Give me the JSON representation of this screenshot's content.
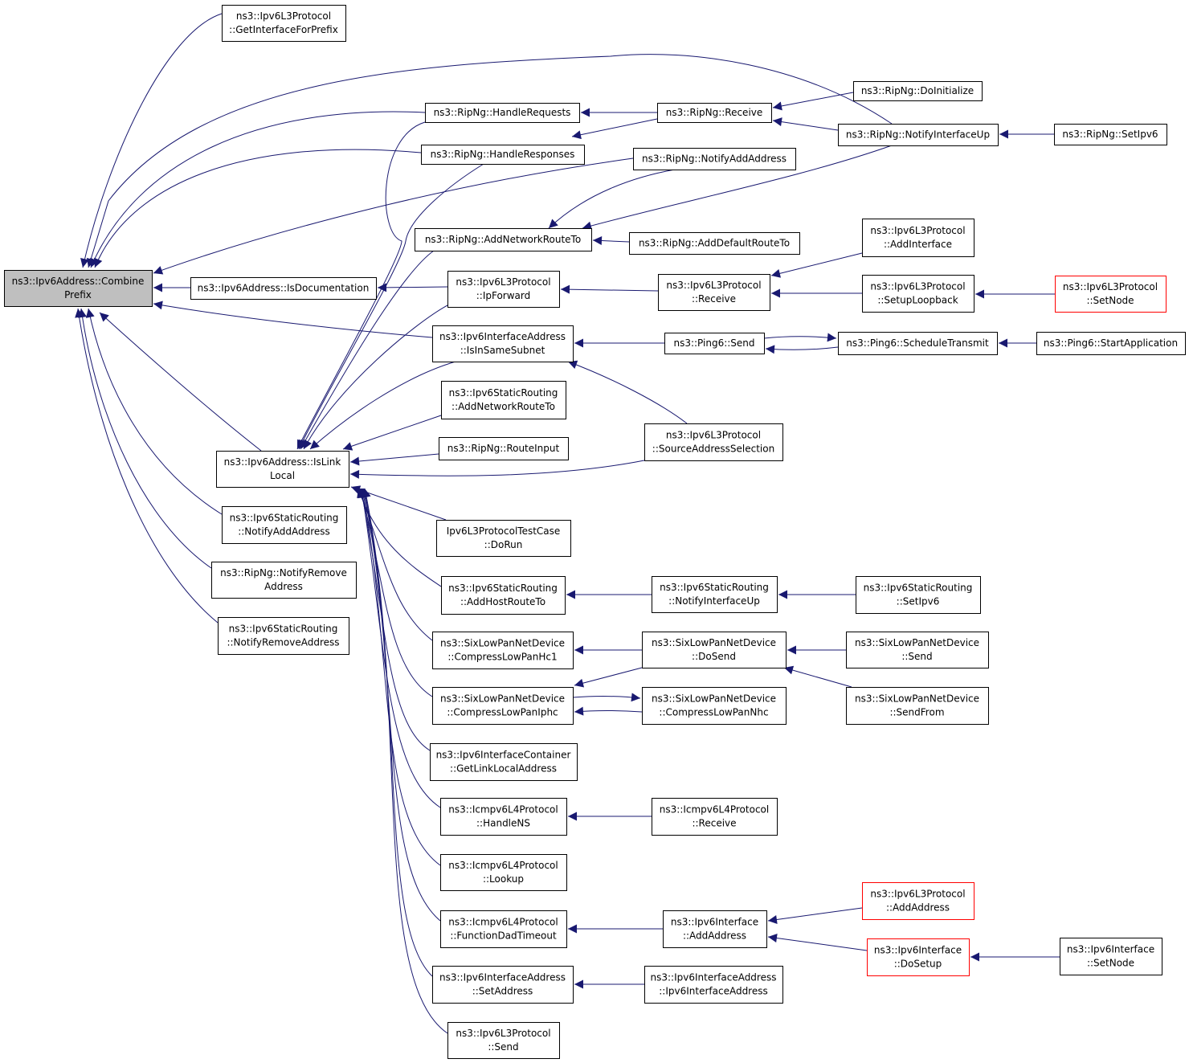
{
  "colors": {
    "edge": "#191970",
    "node_border": "#000000",
    "node_border_truncated": "#ff0000",
    "node_fill": "#ffffff",
    "focus_fill": "#bfbfbf"
  },
  "nodes": {
    "combine_prefix": {
      "lines": [
        "ns3::Ipv6Address::Combine",
        "Prefix"
      ],
      "focus": true
    },
    "get_interface_for_prefix": {
      "lines": [
        "ns3::Ipv6L3Protocol",
        "::GetInterfaceForPrefix"
      ]
    },
    "handle_requests": {
      "lines": [
        "ns3::RipNg::HandleRequests"
      ]
    },
    "handle_responses": {
      "lines": [
        "ns3::RipNg::HandleResponses"
      ]
    },
    "ripng_receive": {
      "lines": [
        "ns3::RipNg::Receive"
      ]
    },
    "ripng_doinitialize": {
      "lines": [
        "ns3::RipNg::DoInitialize"
      ]
    },
    "ripng_notify_interface_up": {
      "lines": [
        "ns3::RipNg::NotifyInterfaceUp"
      ]
    },
    "ripng_setipv6": {
      "lines": [
        "ns3::RipNg::SetIpv6"
      ]
    },
    "ripng_notify_add_address": {
      "lines": [
        "ns3::RipNg::NotifyAddAddress"
      ]
    },
    "ripng_add_network_route_to": {
      "lines": [
        "ns3::RipNg::AddNetworkRouteTo"
      ]
    },
    "ripng_add_default_route_to": {
      "lines": [
        "ns3::RipNg::AddDefaultRouteTo"
      ]
    },
    "is_documentation": {
      "lines": [
        "ns3::Ipv6Address::IsDocumentation"
      ]
    },
    "ip_forward": {
      "lines": [
        "ns3::Ipv6L3Protocol",
        "::IpForward"
      ]
    },
    "l3_receive": {
      "lines": [
        "ns3::Ipv6L3Protocol",
        "::Receive"
      ]
    },
    "l3_add_interface": {
      "lines": [
        "ns3::Ipv6L3Protocol",
        "::AddInterface"
      ]
    },
    "l3_setup_loopback": {
      "lines": [
        "ns3::Ipv6L3Protocol",
        "::SetupLoopback"
      ]
    },
    "l3_setnode": {
      "lines": [
        "ns3::Ipv6L3Protocol",
        "::SetNode"
      ],
      "truncated": true
    },
    "is_in_same_subnet": {
      "lines": [
        "ns3::Ipv6InterfaceAddress",
        "::IsInSameSubnet"
      ]
    },
    "ping6_send": {
      "lines": [
        "ns3::Ping6::Send"
      ]
    },
    "ping6_schedule_transmit": {
      "lines": [
        "ns3::Ping6::ScheduleTransmit"
      ]
    },
    "ping6_start_application": {
      "lines": [
        "ns3::Ping6::StartApplication"
      ]
    },
    "static_add_network_route_to": {
      "lines": [
        "ns3::Ipv6StaticRouting",
        "::AddNetworkRouteTo"
      ]
    },
    "ripng_route_input": {
      "lines": [
        "ns3::RipNg::RouteInput"
      ]
    },
    "source_address_selection": {
      "lines": [
        "ns3::Ipv6L3Protocol",
        "::SourceAddressSelection"
      ]
    },
    "is_link_local": {
      "lines": [
        "ns3::Ipv6Address::IsLink",
        "Local"
      ]
    },
    "static_notify_add_address": {
      "lines": [
        "ns3::Ipv6StaticRouting",
        "::NotifyAddAddress"
      ]
    },
    "ripng_notify_remove_address": {
      "lines": [
        "ns3::RipNg::NotifyRemove",
        "Address"
      ]
    },
    "static_notify_remove_address": {
      "lines": [
        "ns3::Ipv6StaticRouting",
        "::NotifyRemoveAddress"
      ]
    },
    "l3_test_case_dorun": {
      "lines": [
        "Ipv6L3ProtocolTestCase",
        "::DoRun"
      ]
    },
    "static_add_host_route_to": {
      "lines": [
        "ns3::Ipv6StaticRouting",
        "::AddHostRouteTo"
      ]
    },
    "static_notify_interface_up": {
      "lines": [
        "ns3::Ipv6StaticRouting",
        "::NotifyInterfaceUp"
      ]
    },
    "static_setipv6": {
      "lines": [
        "ns3::Ipv6StaticRouting",
        "::SetIpv6"
      ]
    },
    "compress_lowpan_hc1": {
      "lines": [
        "ns3::SixLowPanNetDevice",
        "::CompressLowPanHc1"
      ]
    },
    "sixlowpan_dosend": {
      "lines": [
        "ns3::SixLowPanNetDevice",
        "::DoSend"
      ]
    },
    "sixlowpan_send": {
      "lines": [
        "ns3::SixLowPanNetDevice",
        "::Send"
      ]
    },
    "compress_lowpan_iphc": {
      "lines": [
        "ns3::SixLowPanNetDevice",
        "::CompressLowPanIphc"
      ]
    },
    "compress_lowpan_nhc": {
      "lines": [
        "ns3::SixLowPanNetDevice",
        "::CompressLowPanNhc"
      ]
    },
    "sixlowpan_sendfrom": {
      "lines": [
        "ns3::SixLowPanNetDevice",
        "::SendFrom"
      ]
    },
    "get_link_local_address": {
      "lines": [
        "ns3::Ipv6InterfaceContainer",
        "::GetLinkLocalAddress"
      ]
    },
    "icmp_handle_ns": {
      "lines": [
        "ns3::Icmpv6L4Protocol",
        "::HandleNS"
      ]
    },
    "icmp_receive": {
      "lines": [
        "ns3::Icmpv6L4Protocol",
        "::Receive"
      ]
    },
    "icmp_lookup": {
      "lines": [
        "ns3::Icmpv6L4Protocol",
        "::Lookup"
      ]
    },
    "icmp_function_dad_timeout": {
      "lines": [
        "ns3::Icmpv6L4Protocol",
        "::FunctionDadTimeout"
      ]
    },
    "iface_add_address": {
      "lines": [
        "ns3::Ipv6Interface",
        "::AddAddress"
      ]
    },
    "l3_add_address": {
      "lines": [
        "ns3::Ipv6L3Protocol",
        "::AddAddress"
      ],
      "truncated": true
    },
    "iface_dosetup": {
      "lines": [
        "ns3::Ipv6Interface",
        "::DoSetup"
      ],
      "truncated": true
    },
    "iface_setnode": {
      "lines": [
        "ns3::Ipv6Interface",
        "::SetNode"
      ]
    },
    "ifaddr_set_address": {
      "lines": [
        "ns3::Ipv6InterfaceAddress",
        "::SetAddress"
      ]
    },
    "ifaddr_ctor": {
      "lines": [
        "ns3::Ipv6InterfaceAddress",
        "::Ipv6InterfaceAddress"
      ]
    },
    "l3_send": {
      "lines": [
        "ns3::Ipv6L3Protocol",
        "::Send"
      ]
    }
  }
}
